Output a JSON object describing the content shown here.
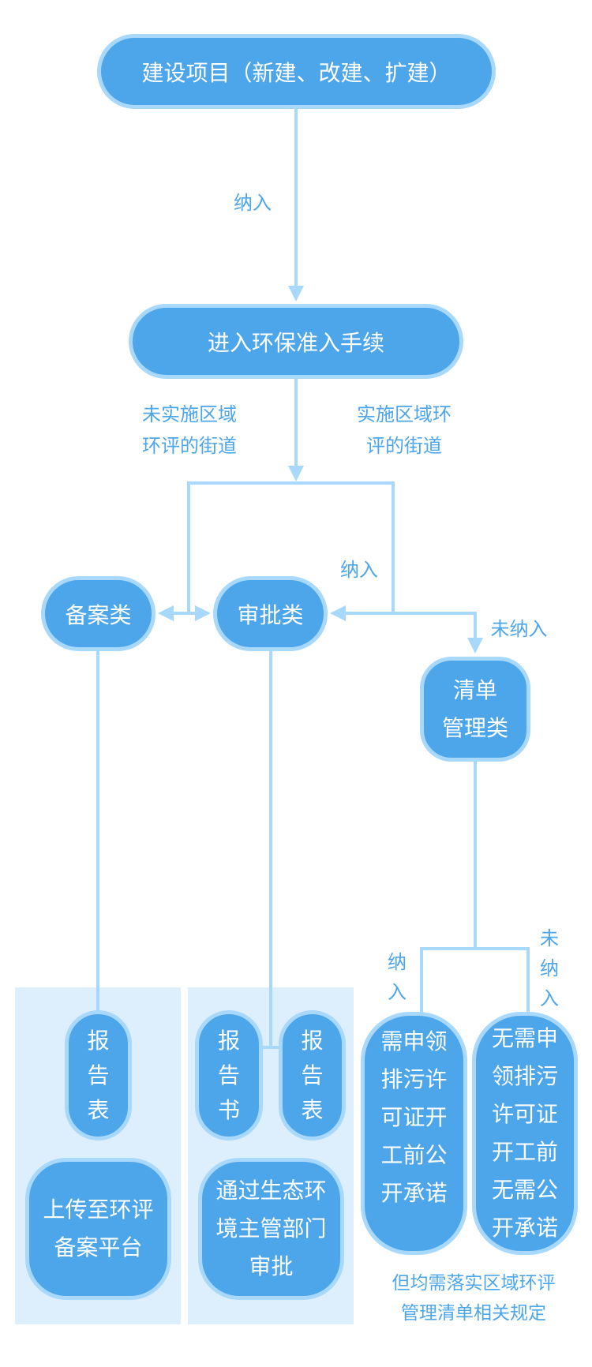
{
  "colors": {
    "node_fill": "#4ea6ea",
    "node_border": "#a8d8fc",
    "connector": "#a8d8fc",
    "label_text": "#4ea6ea",
    "panel_bg": "#ddeffd",
    "node_text": "#ffffff"
  },
  "nodes": {
    "construction_project": "建设项目（新建、改建、扩建）",
    "eia_access": "进入环保准入手续",
    "filing_class": "备案类",
    "approval_class": "审批类",
    "list_management": "清单\n管理类",
    "filing_report_form": "报\n告\n表",
    "upload_platform": "上传至环评\n备案平台",
    "approval_report_book": "报\n告\n书",
    "approval_report_form": "报\n告\n表",
    "approval_authority": "通过生态环\n境主管部门\n审批",
    "need_permit": "需申领\n排污许\n可证开\n工前公\n开承诺",
    "no_permit": "无需申\n领排污\n许可证\n开工前\n无需公\n开承诺"
  },
  "labels": {
    "included_top": "纳入",
    "not_implemented_streets": "未实施区域\n环评的街道",
    "implemented_streets": "实施区域环\n评的街道",
    "included_mid": "纳入",
    "not_included_mid": "未纳入",
    "included_bottom": "纳\n入",
    "not_included_bottom": "未\n纳\n入",
    "footer_note": "但均需落实区域环评\n管理清单相关规定"
  }
}
